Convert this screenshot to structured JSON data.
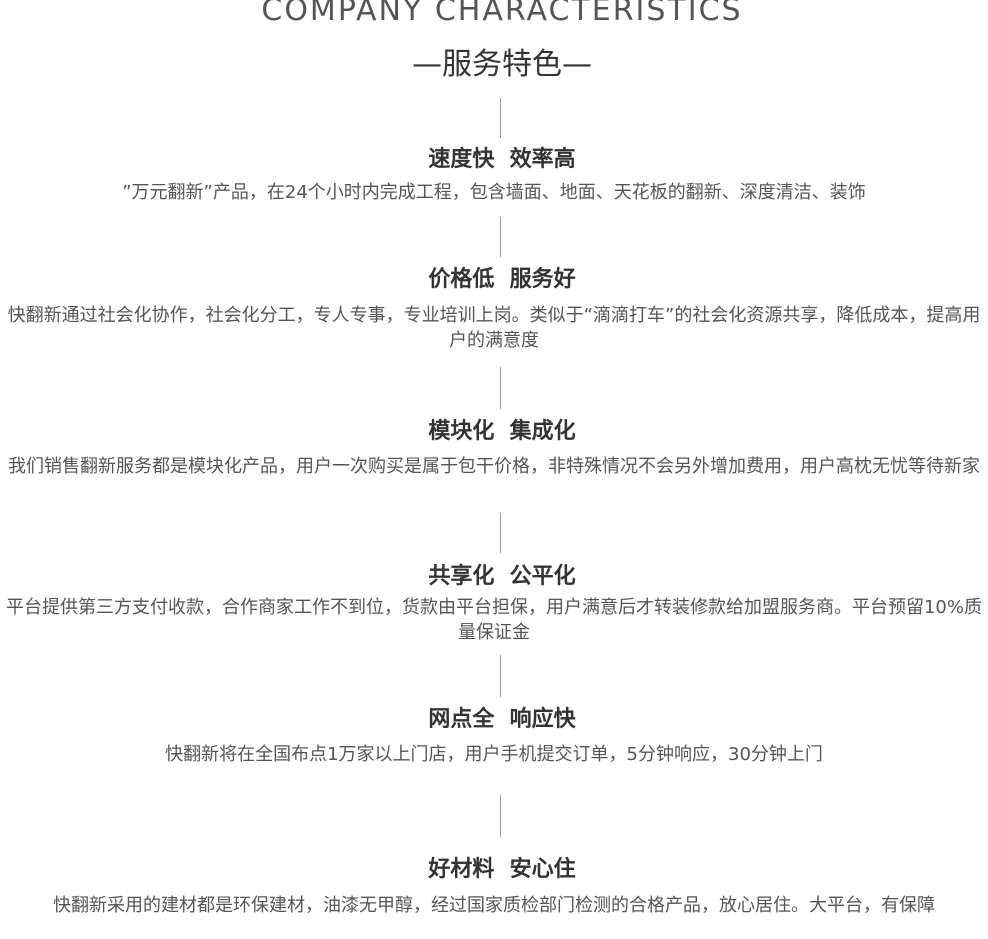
{
  "header": {
    "title_en": "COMPANY CHARACTERISTICS",
    "title_zh": "—服务特色—"
  },
  "features": [
    {
      "title": "速度快  效率高",
      "desc": "”万元翻新”产品，在24个小时内完成工程，包含墙面、地面、天花板的翻新、深度清洁、装饰"
    },
    {
      "title": "价格低  服务好",
      "desc": "快翻新通过社会化协作，社会化分工，专人专事，专业培训上岗。类似于“滴滴打车”的社会化资源共享，降低成本，提高用户的满意度"
    },
    {
      "title": "模块化  集成化",
      "desc": "我们销售翻新服务都是模块化产品，用户一次购买是属于包干价格，非特殊情况不会另外增加费用，用户高枕无忧等待新家"
    },
    {
      "title": "共享化  公平化",
      "desc": "平台提供第三方支付收款，合作商家工作不到位，货款由平台担保，用户满意后才转装修款给加盟服务商。平台预留10%质量保证金"
    },
    {
      "title": "网点全  响应快",
      "desc": "快翻新将在全国布点1万家以上门店，用户手机提交订单，5分钟响应，30分钟上门"
    },
    {
      "title": "好材料  安心住",
      "desc": "快翻新采用的建材都是环保建材，油漆无甲醇，经过国家质检部门检测的合格产品，放心居住。大平台，有保障"
    }
  ]
}
